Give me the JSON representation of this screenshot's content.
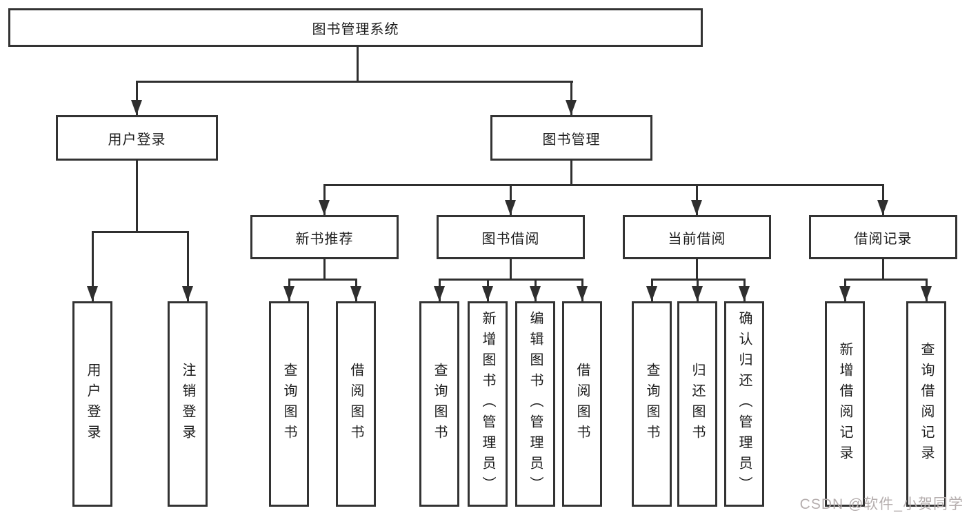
{
  "diagram": {
    "root": {
      "label": "图书管理系统"
    },
    "branches": [
      {
        "label": "用户登录",
        "children": [
          {
            "label": "用户登录"
          },
          {
            "label": "注销登录"
          }
        ]
      },
      {
        "label": "图书管理",
        "children": [
          {
            "label": "新书推荐",
            "children": [
              {
                "label": "查询图书"
              },
              {
                "label": "借阅图书"
              }
            ]
          },
          {
            "label": "图书借阅",
            "children": [
              {
                "label": "查询图书"
              },
              {
                "label": "新增图书（管理员）"
              },
              {
                "label": "编辑图书（管理员）"
              },
              {
                "label": "借阅图书"
              }
            ]
          },
          {
            "label": "当前借阅",
            "children": [
              {
                "label": "查询图书"
              },
              {
                "label": "归还图书"
              },
              {
                "label": "确认归还（管理员）"
              }
            ]
          },
          {
            "label": "借阅记录",
            "children": [
              {
                "label": "新增借阅记录"
              },
              {
                "label": "查询借阅记录"
              }
            ]
          }
        ]
      }
    ]
  },
  "watermark": {
    "text": "CSDN @软件_小贺同学"
  },
  "colors": {
    "line": "#2f2f2f",
    "border": "#333333",
    "text": "#1c1c1c",
    "watermark": "#b5aeae",
    "background": "#ffffff"
  }
}
